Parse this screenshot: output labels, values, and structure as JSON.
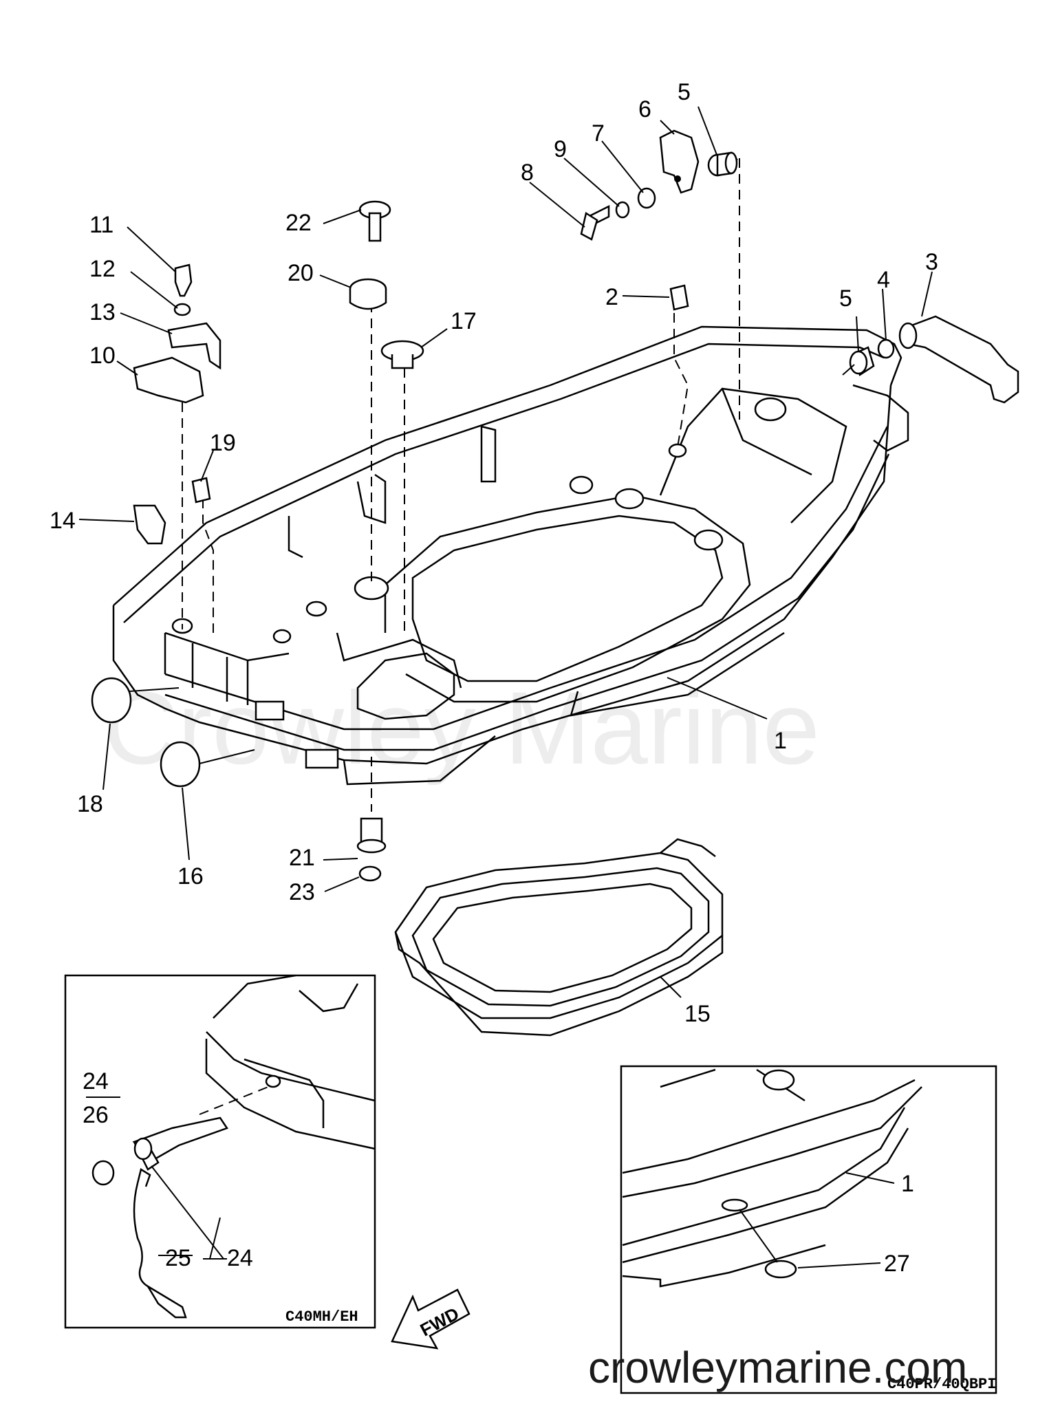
{
  "callouts": {
    "c1": "1",
    "c2": "2",
    "c3": "3",
    "c4": "4",
    "c5a": "5",
    "c5b": "5",
    "c6": "6",
    "c7": "7",
    "c8": "8",
    "c9": "9",
    "c10": "10",
    "c11": "11",
    "c12": "12",
    "c13": "13",
    "c14": "14",
    "c15": "15",
    "c16": "16",
    "c17": "17",
    "c18": "18",
    "c19": "19",
    "c20": "20",
    "c21": "21",
    "c22": "22",
    "c23": "23",
    "c24a": "24",
    "c26": "26",
    "c24b": "24",
    "c25": "25",
    "c1b": "1",
    "c27": "27"
  },
  "insets": {
    "left_code": "C40MH/EH",
    "right_code": "C40PR/40QBPI"
  },
  "fwd_label": "FWD",
  "watermark": "Crowley Marine",
  "site_text": "crowleymarine.com"
}
